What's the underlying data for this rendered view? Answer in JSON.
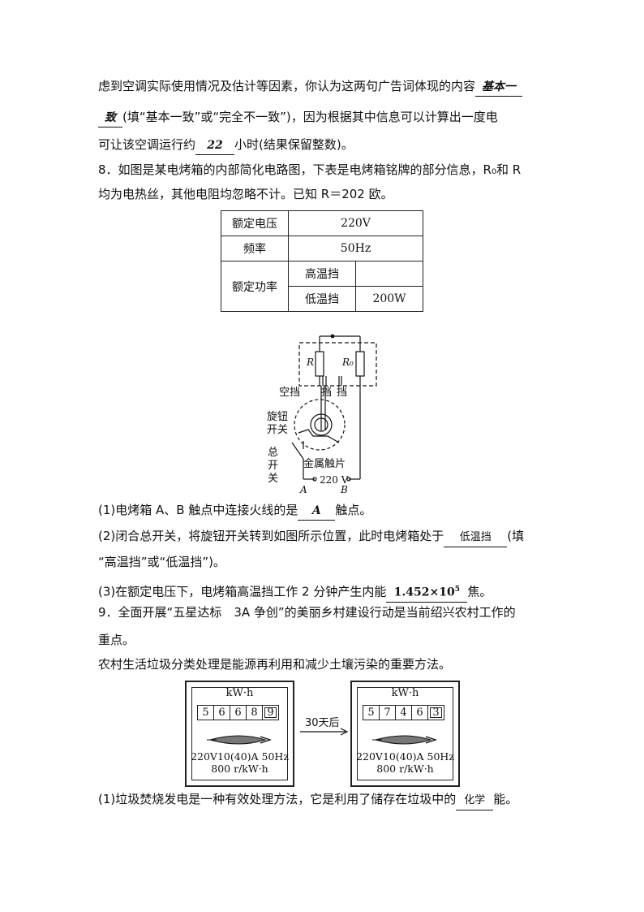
{
  "q7": {
    "line1": "虑到空调实际使用情况及估计等因素，你认为这两句广告词体现的内容",
    "answer1a": "基本一",
    "answer1b": "致",
    "line2_rest": "(填“基本一致”或“完全不一致”)，因为根据其中信息可以计算出一度电",
    "line3_pre": "可让该空调运行约",
    "answer2": "22",
    "line3_post": "小时(结果保留整数)。"
  },
  "q8": {
    "intro1": "8．如图是某电烤箱的内部简化电路图，下表是电烤箱铭牌的部分信息，R₀和 R",
    "intro2": "均为电热丝，其他电阻均忽略不计。已知 R＝202 欧。",
    "table": {
      "rated_voltage_label": "额定电压",
      "rated_voltage": "220V",
      "frequency_label": "频率",
      "frequency": "50Hz",
      "rated_power_label": "额定功率",
      "high_label": "高温挡",
      "high_value": "",
      "low_label": "低温挡",
      "low_value": "200W"
    },
    "circuit": {
      "R": "R",
      "R0": "R₀",
      "empty_gear": "空挡",
      "gear1": "挡",
      "gear2": "挡",
      "knob1": "旋钮",
      "knob2": "开关",
      "main1": "总",
      "main2": "开",
      "main3": "关",
      "contact": "金属触片",
      "voltage": "220 V",
      "A": "A",
      "B": "B"
    },
    "sub1_pre": "(1)电烤箱 A、B 触点中连接火线的是",
    "sub1_ans": "A",
    "sub1_post": "触点。",
    "sub2_pre": "(2)闭合总开关，将旋钮开关转到如图所示位置，此时电烤箱处于",
    "sub2_ans": "低温挡",
    "sub2_post": "(填",
    "sub2_line2": "“高温挡”或“低温挡”)。",
    "sub3_pre": "(3)在额定电压下，电烤箱高温挡工作 2 分钟产生内能",
    "sub3_ans_base": "1.452×10",
    "sub3_ans_exp": "5",
    "sub3_post": "焦。"
  },
  "q9": {
    "intro1": "9．全面开展“五星达标　3A 争创”的美丽乡村建设行动是当前绍兴农村工作的",
    "intro2": "重点。",
    "intro3": "农村生活垃圾分类处理是能源再利用和减少土壤污染的重要方法。",
    "meter_unit": "kW·h",
    "meter1_digits": [
      "5",
      "6",
      "6",
      "8",
      "9"
    ],
    "meter2_digits": [
      "5",
      "7",
      "4",
      "6",
      "3"
    ],
    "meter_spec1": "220V10(40)A 50Hz",
    "meter_spec2": "800 r/kW·h",
    "arrow_label": "30天后",
    "sub1_pre": "(1)垃圾焚烧发电是一种有效处理方法，它是利用了储存在垃圾中的",
    "sub1_ans": "化学",
    "sub1_post": "能。"
  }
}
